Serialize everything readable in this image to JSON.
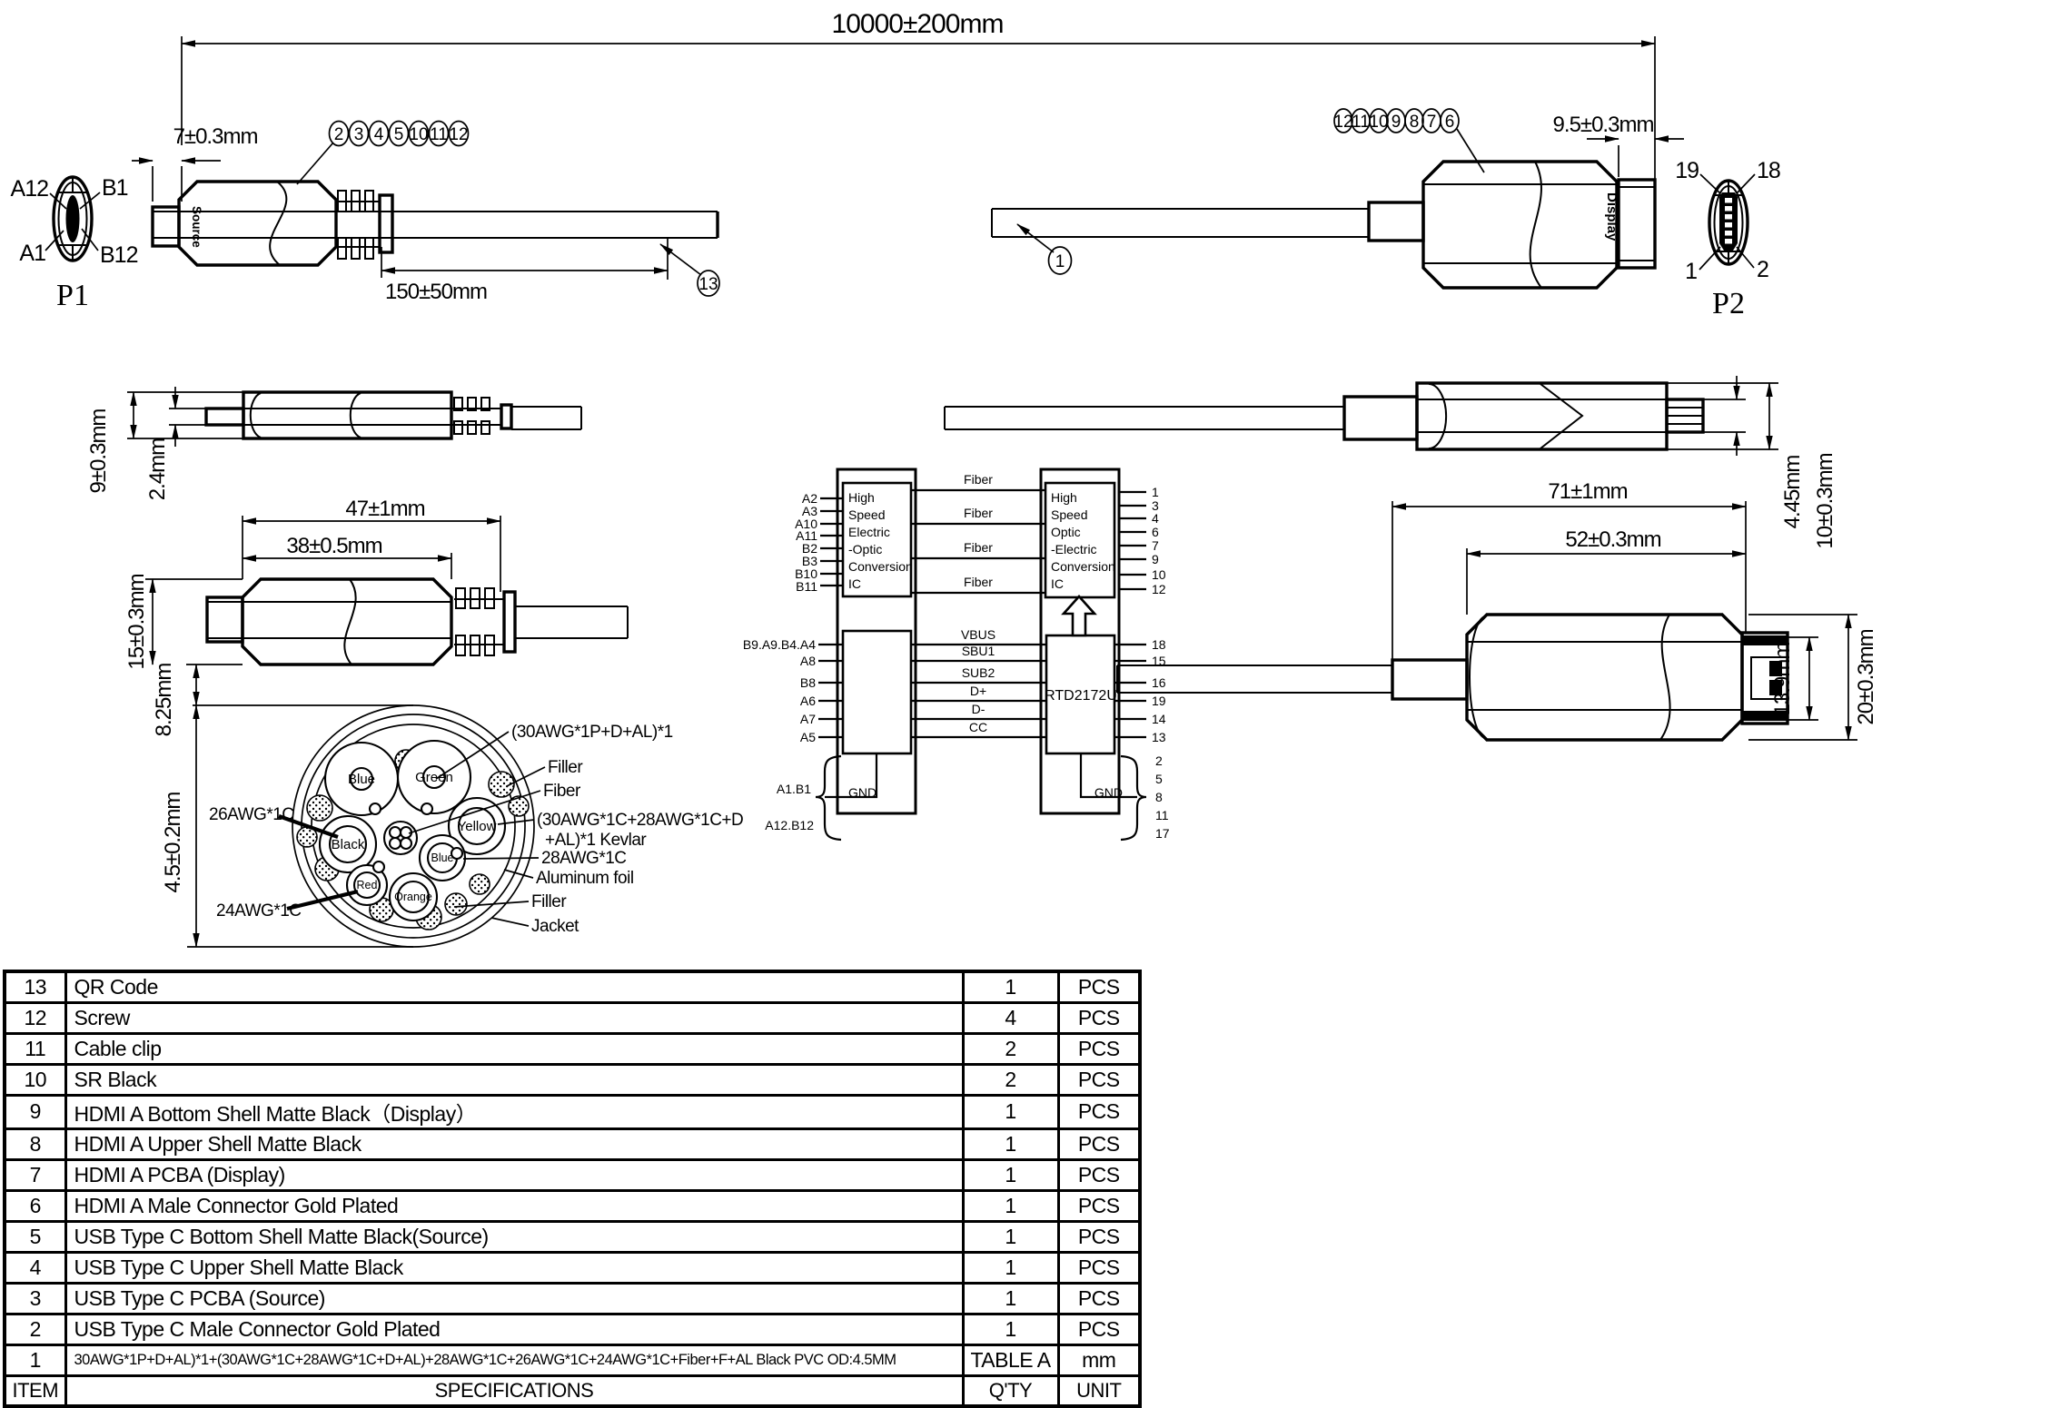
{
  "dims": {
    "overall": "10000±200mm",
    "usb_plug_len": "7±0.3mm",
    "qr_pos": "150±50mm",
    "hdmi_plug_len": "9.5±0.3mm",
    "usb_width": "9±0.3mm",
    "usb_tongue": "2.4mm",
    "usb_body_len": "47±1mm",
    "usb_shell_len": "38±0.5mm",
    "usb_height": "15±0.3mm",
    "usb_offset": "8.25mm",
    "cable_od": "4.5±0.2mm",
    "hdmi_body_len": "71±1mm",
    "hdmi_shell_len": "52±0.3mm",
    "hdmi_plug_t": "4.45mm",
    "hdmi_width": "10±0.3mm",
    "hdmi_plug_h": "13.9mm",
    "hdmi_height": "20±0.3mm"
  },
  "connectors": {
    "p1": {
      "name": "P1",
      "tl": "A12",
      "tr": "B1",
      "bl": "A1",
      "br": "B12",
      "shell_text": "Source"
    },
    "p2": {
      "name": "P2",
      "tl": "19",
      "tr": "18",
      "bl": "1",
      "br": "2",
      "shell_text": "Display"
    }
  },
  "callouts": {
    "left": [
      "2",
      "3",
      "4",
      "5",
      "10",
      "11",
      "12"
    ],
    "right": [
      "12",
      "11",
      "10",
      "9",
      "8",
      "7",
      "6"
    ],
    "cable": "1",
    "qr_code": "13"
  },
  "schematic": {
    "left_ic": [
      "High",
      "Speed",
      "Electric",
      "-Optic",
      "Conversion",
      "IC"
    ],
    "right_ic": [
      "High",
      "Speed",
      "Optic",
      "-Electric",
      "Conversion",
      "IC"
    ],
    "chip": "RTD2172U",
    "fiber": "Fiber",
    "gnd": "GND",
    "left_in": [
      "A2",
      "A3",
      "A10",
      "A11",
      "B2",
      "B3",
      "B10",
      "B11"
    ],
    "right_out": [
      "1",
      "3",
      "4",
      "6",
      "7",
      "9",
      "10",
      "12"
    ],
    "left_low_in": [
      "B9.A9.B4.A4",
      "A8",
      "B8",
      "A6",
      "A7",
      "A5"
    ],
    "signals": [
      "VBUS",
      "SBU1",
      "SUB2",
      "D+",
      "D-",
      "CC"
    ],
    "chip_out": [
      "18",
      "15",
      "16",
      "19",
      "14",
      "13"
    ],
    "left_gnd": [
      "A1.B1",
      "A12.B12"
    ],
    "right_gnd": [
      "2",
      "5",
      "8",
      "11",
      "17"
    ]
  },
  "section": {
    "wires": [
      "Blue",
      "Green",
      "Black",
      "Yellow",
      "Blue",
      "Red",
      "Orange"
    ],
    "left_labels": [
      "26AWG*1C",
      "24AWG*1C"
    ],
    "right_labels": [
      "(30AWG*1P+D+AL)*1",
      "Filler",
      "Fiber",
      "(30AWG*1C+28AWG*1C+D",
      "+AL)*1 Kevlar",
      "28AWG*1C",
      "Aluminum foil",
      "Filler",
      "Jacket"
    ]
  },
  "table": {
    "footer": {
      "item": "ITEM",
      "spec": "SPECIFICATIONS",
      "qty": "Q'TY",
      "unit": "UNIT"
    },
    "rows": [
      {
        "item": "13",
        "spec": "QR Code",
        "qty": "1",
        "unit": "PCS"
      },
      {
        "item": "12",
        "spec": "Screw",
        "qty": "4",
        "unit": "PCS"
      },
      {
        "item": "11",
        "spec": "Cable clip",
        "qty": "2",
        "unit": "PCS"
      },
      {
        "item": "10",
        "spec": "SR Black",
        "qty": "2",
        "unit": "PCS"
      },
      {
        "item": "9",
        "spec": "HDMI A Bottom Shell Matte Black（Display）",
        "qty": "1",
        "unit": "PCS"
      },
      {
        "item": "8",
        "spec": "HDMI A Upper Shell Matte Black",
        "qty": "1",
        "unit": "PCS"
      },
      {
        "item": "7",
        "spec": "HDMI A  PCBA (Display)",
        "qty": "1",
        "unit": "PCS"
      },
      {
        "item": "6",
        "spec": "HDMI A Male Connector Gold Plated",
        "qty": "1",
        "unit": "PCS"
      },
      {
        "item": "5",
        "spec": "USB Type C Bottom Shell Matte Black(Source)",
        "qty": "1",
        "unit": "PCS"
      },
      {
        "item": "4",
        "spec": "USB Type C Upper Shell Matte Black",
        "qty": "1",
        "unit": "PCS"
      },
      {
        "item": "3",
        "spec": "USB Type C  PCBA (Source)",
        "qty": "1",
        "unit": "PCS"
      },
      {
        "item": "2",
        "spec": "USB Type C Male Connector Gold Plated",
        "qty": "1",
        "unit": "PCS"
      },
      {
        "item": "1",
        "spec": "30AWG*1P+D+AL)*1+(30AWG*1C+28AWG*1C+D+AL)+28AWG*1C+26AWG*1C+24AWG*1C+Fiber+F+AL Black PVC OD:4.5MM",
        "qty": "TABLE A",
        "unit": "mm"
      }
    ]
  }
}
